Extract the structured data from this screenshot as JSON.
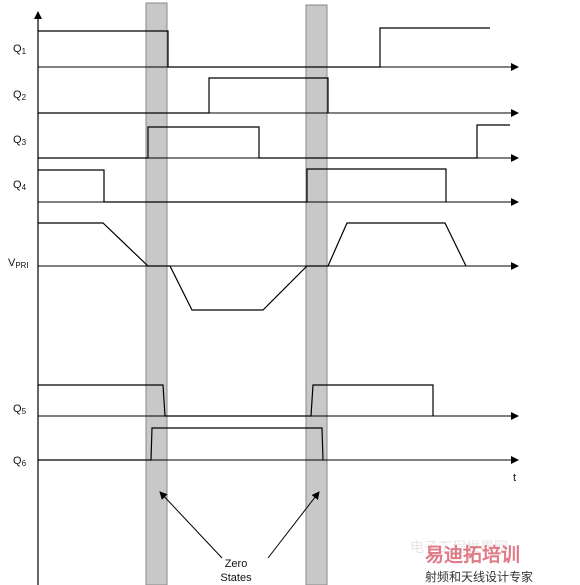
{
  "signals": [
    {
      "id": "q1",
      "name": "Q",
      "sub": "1"
    },
    {
      "id": "q2",
      "name": "Q",
      "sub": "2"
    },
    {
      "id": "q3",
      "name": "Q",
      "sub": "3"
    },
    {
      "id": "q4",
      "name": "Q",
      "sub": "4"
    },
    {
      "id": "vpri",
      "name": "V",
      "sub": "PRI"
    },
    {
      "id": "q5",
      "name": "Q",
      "sub": "5"
    },
    {
      "id": "q6",
      "name": "Q",
      "sub": "6"
    }
  ],
  "time_axis_label": "t",
  "annotation": {
    "line1": "Zero",
    "line2": "States"
  },
  "watermark": {
    "main": "易迪拓培训",
    "sub": "射频和天线设计专家",
    "faint": "电子工程世界网"
  },
  "colors": {
    "trace": "#000000",
    "zero_state_band": "#c8c8c8",
    "band_border": "#888888",
    "watermark": "#e07a86"
  }
}
